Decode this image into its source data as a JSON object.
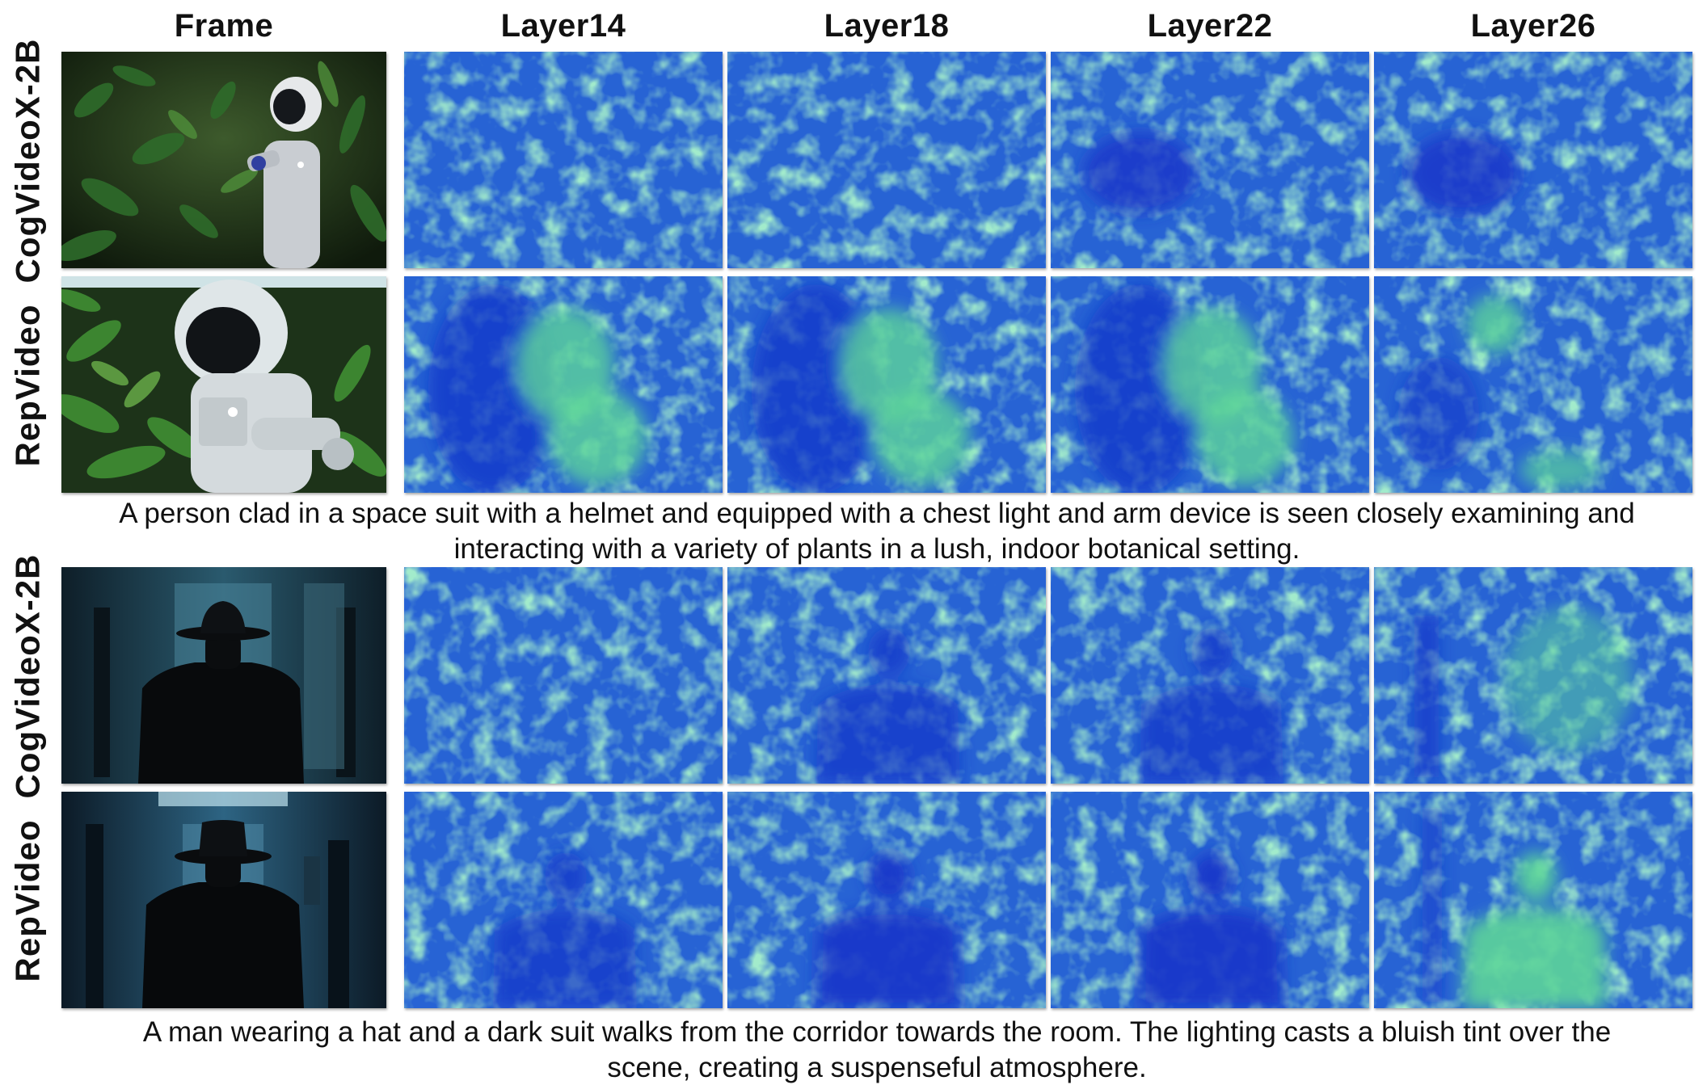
{
  "columns": [
    "Frame",
    "Layer14",
    "Layer18",
    "Layer22",
    "Layer26"
  ],
  "groups": [
    {
      "rows": [
        {
          "model": "CogVideoX-2B",
          "frame": "astronaut in helmet among plants",
          "maps": [
            "attention-map",
            "attention-map",
            "attention-map",
            "attention-map"
          ]
        },
        {
          "model": "RepVideo",
          "frame": "astronaut in space suit examining plants",
          "maps": [
            "attention-map",
            "attention-map",
            "attention-map",
            "attention-map"
          ]
        }
      ],
      "caption_line1": "A person clad in a space suit with a helmet and equipped with a chest light and arm device is seen closely examining and",
      "caption_line2": "interacting with a variety of plants in a lush, indoor botanical setting."
    },
    {
      "rows": [
        {
          "model": "CogVideoX-2B",
          "frame": "man in hat and dark suit in corridor",
          "maps": [
            "attention-map",
            "attention-map",
            "attention-map",
            "attention-map"
          ]
        },
        {
          "model": "RepVideo",
          "frame": "man in hat and dark suit in corridor",
          "maps": [
            "attention-map",
            "attention-map",
            "attention-map",
            "attention-map"
          ]
        }
      ],
      "caption_line1": "A man wearing a hat and a dark suit walks from the corridor towards the room. The lighting casts a bluish tint over the",
      "caption_line2": "scene, creating a suspenseful atmosphere."
    }
  ],
  "colors": {
    "map_blue": "#1f4fd6",
    "map_deep_blue": "#1635c9",
    "map_green": "#5cd49a",
    "map_teal": "#3f9fd0"
  }
}
